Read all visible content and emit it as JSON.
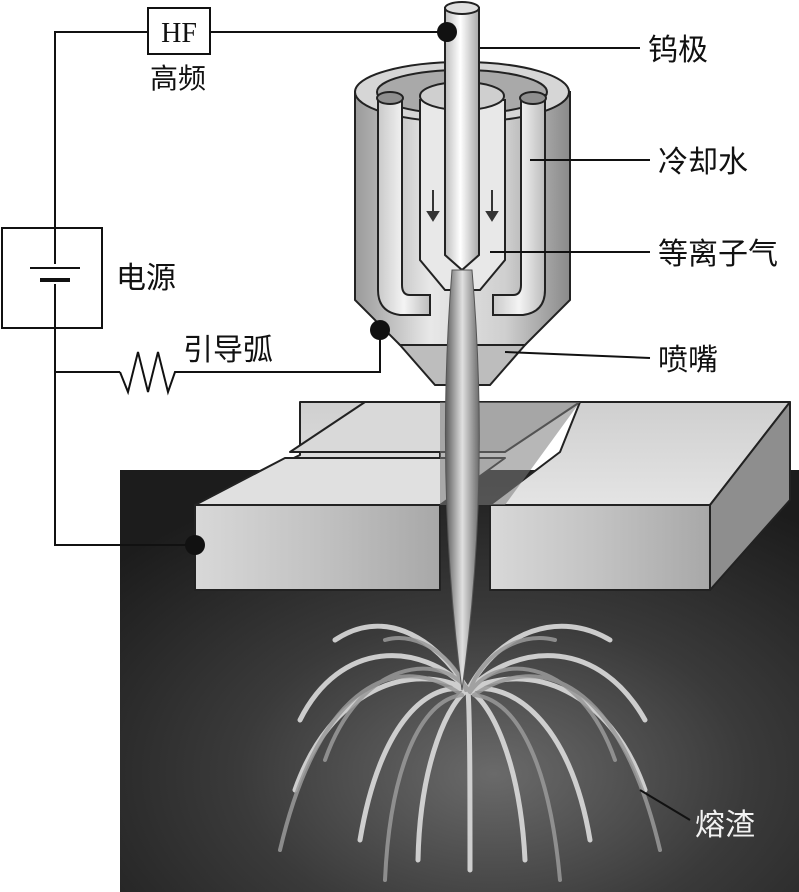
{
  "circuit": {
    "hf_box": "HF",
    "hf_label": "高频",
    "power_label": "电源",
    "pilot_arc_label": "引导弧"
  },
  "torch": {
    "electrode_label": "钨极",
    "cooling_water_label": "冷却水",
    "plasma_gas_label": "等离子气",
    "nozzle_label": "喷嘴"
  },
  "output": {
    "slag_label": "熔渣"
  },
  "colors": {
    "line": "#111111",
    "metal_light": "#e6e6e6",
    "metal_mid": "#bdbdbd",
    "metal_dark": "#7a7a7a",
    "background_dark": "#2a2a2a"
  }
}
